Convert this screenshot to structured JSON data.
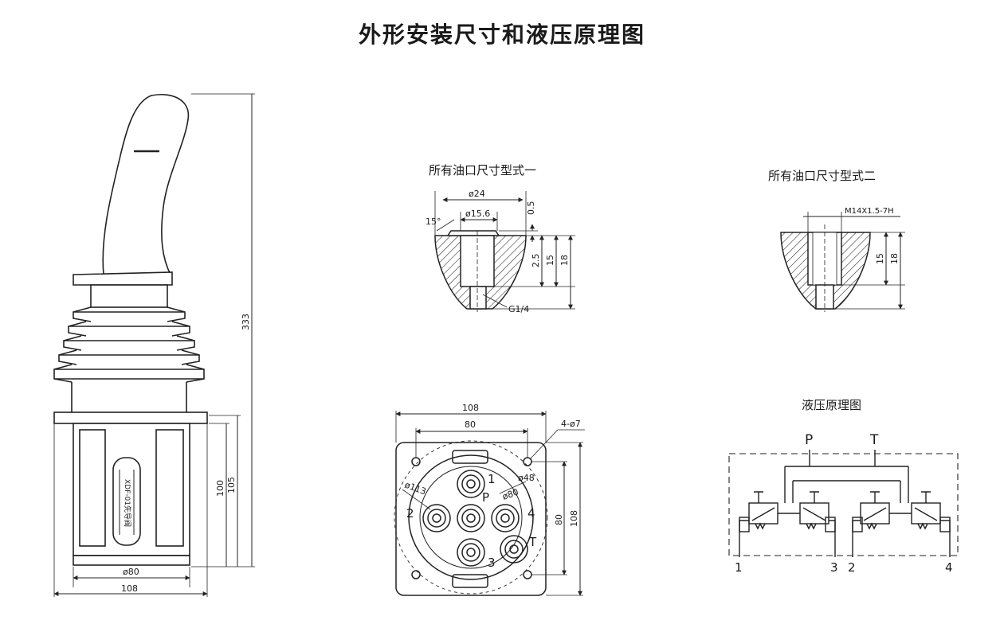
{
  "title": "外形安装尺寸和液压原理图",
  "side_view": {
    "dims": {
      "height_total": "333",
      "height_105": "105",
      "height_100": "100",
      "base_dia": "ø80",
      "base_width": "108"
    },
    "nameplate_text": "XDF-01先导阀"
  },
  "port_type_1": {
    "caption": "所有油口尺寸型式一",
    "dims": {
      "d24": "ø24",
      "d15_6": "ø15.6",
      "depth_0_5": "0.5",
      "angle": "15°",
      "depth_2_5": "2.5",
      "depth_15": "15",
      "depth_18": "18",
      "thread": "G1/4"
    }
  },
  "port_type_2": {
    "caption": "所有油口尺寸型式二",
    "dims": {
      "thread": "M14X1.5-7H",
      "depth_15": "15",
      "depth_18": "18"
    }
  },
  "bottom_view": {
    "dims": {
      "w108": "108",
      "w80": "80",
      "holes": "4-ø7",
      "d113": "ø113",
      "d80": "ø80",
      "d48": "ø48",
      "h80": "80",
      "h108": "108"
    },
    "ports": {
      "p1": "1",
      "p2": "2",
      "p3": "3",
      "p4": "4",
      "pP": "P",
      "pT": "T"
    }
  },
  "hydraulic": {
    "caption": "液压原理图",
    "labels": {
      "P": "P",
      "T": "T",
      "o1": "1",
      "o3": "3",
      "o2": "2",
      "o4": "4"
    }
  }
}
